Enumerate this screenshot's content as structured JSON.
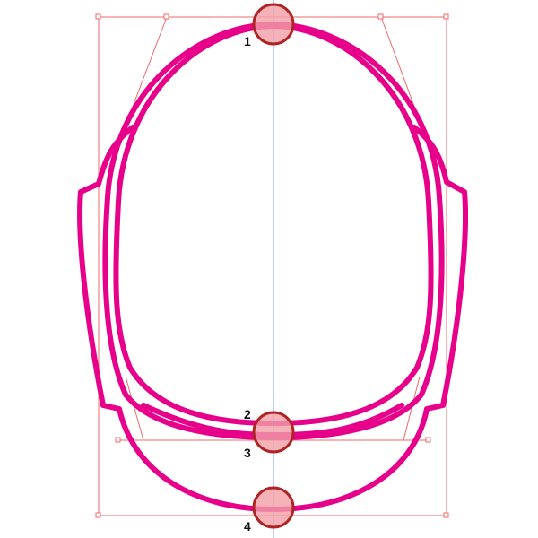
{
  "colors": {
    "path": "#e6008a",
    "guide": "#f06a6a",
    "axis": "#7aa0e6",
    "anchor_fill": "#f2a0a8",
    "anchor_stroke": "#b02424",
    "label": "#111111"
  },
  "markers": [
    {
      "id": "1",
      "label": "1"
    },
    {
      "id": "2",
      "label": "2"
    },
    {
      "id": "3",
      "label": "3"
    },
    {
      "id": "4",
      "label": "4"
    }
  ]
}
